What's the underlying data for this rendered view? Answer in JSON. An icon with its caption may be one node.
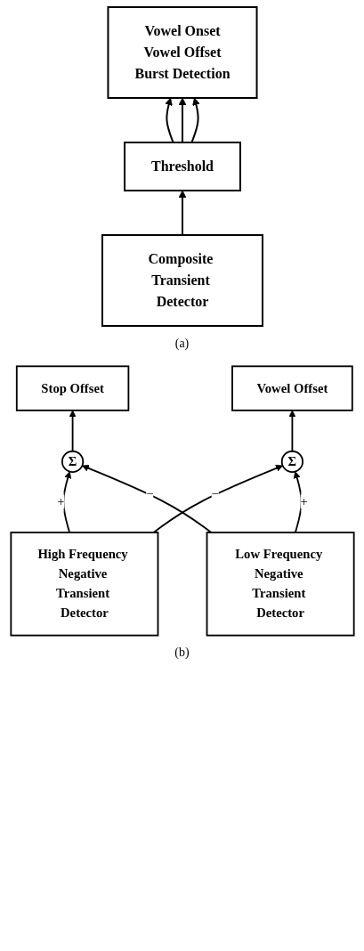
{
  "diagram": {
    "nodes": [
      {
        "text": [
          "Vowel Onset",
          "Vowel Offset",
          "Burst Detection"
        ]
      },
      {
        "text": [
          "Threshold"
        ]
      },
      {
        "text": [
          "Composite Transient Detector"
        ]
      },
      {
        "text": [
          "Stop Offset"
        ]
      },
      {
        "text": [
          "Vowel Offset"
        ]
      },
      {
        "text": [
          "Σ"
        ]
      },
      {
        "text": [
          "Σ"
        ]
      },
      {
        "text": [
          "High Frequency Negative Transient Detector"
        ]
      },
      {
        "text": [
          "Low Frequency Negative Transient Detector"
        ]
      }
    ],
    "edges": [
      {
        "from": 1,
        "to": 0,
        "arrow": "to"
      },
      {
        "from": 1,
        "to": 0,
        "arrow": "to"
      },
      {
        "from": 1,
        "to": 0,
        "arrow": "to"
      },
      {
        "from": 2,
        "to": 1,
        "arrow": "to"
      },
      {
        "from": 5,
        "to": 3,
        "arrow": "to"
      },
      {
        "from": 6,
        "to": 4,
        "arrow": "to"
      },
      {
        "from": 7,
        "to": 5,
        "label": "+",
        "arrow": "to"
      },
      {
        "from": 7,
        "to": 6,
        "label": "−",
        "arrow": "to"
      },
      {
        "from": 8,
        "to": 6,
        "label": "+",
        "arrow": "to"
      },
      {
        "from": 8,
        "to": 5,
        "label": "−",
        "arrow": "to"
      }
    ],
    "labels": [
      "(a)",
      "(b)"
    ]
  }
}
